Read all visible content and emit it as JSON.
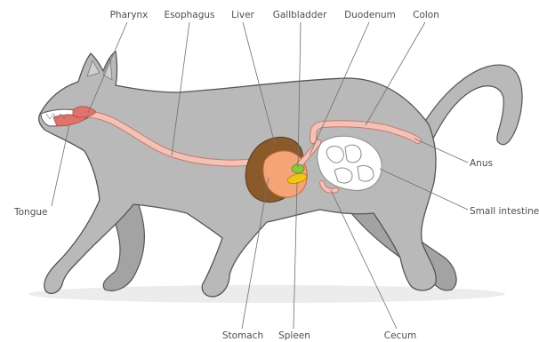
{
  "labels": {
    "pharynx": "Pharynx",
    "esophagus": "Esophagus",
    "liver": "Liver",
    "gallbladder": "Gallbladder",
    "duodenum": "Duodenum",
    "colon": "Colon",
    "tongue": "Tongue",
    "anus": "Anus",
    "small_intestine": "Small intestine",
    "stomach": "Stomach",
    "spleen": "Spleen",
    "cecum": "Cecum"
  },
  "colors": {
    "body": "#b9b9b9",
    "body_outline": "#5a5a5a",
    "shadow": "#e6e6e6",
    "digestive_tract": "#f2c2b6",
    "digestive_outline": "#c9786a",
    "liver": "#8a5a2b",
    "stomach": "#f5a478",
    "gallbladder": "#8cc63f",
    "spleen": "#f3c316",
    "small_intestine": "#ffffff",
    "mouth": "#e0736b"
  }
}
